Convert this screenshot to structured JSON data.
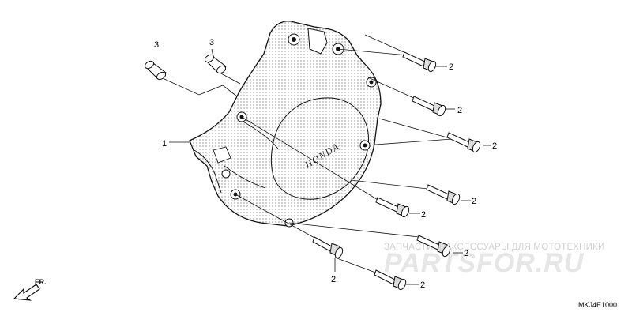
{
  "diagram_code": "MKJ4E1000",
  "front_indicator": "FR.",
  "cover_brand": "HONDA",
  "watermark": {
    "caption": "ЗАПЧАСТИ И АКСЕССУАРЫ ДЛЯ МОТОТЕХНИКИ",
    "logo": "PARTSFOR.RU"
  },
  "callouts": [
    {
      "id": "cover",
      "label": "1"
    },
    {
      "id": "dowel-left",
      "label": "3"
    },
    {
      "id": "dowel-right",
      "label": "3"
    },
    {
      "id": "bolt-a",
      "label": "2"
    },
    {
      "id": "bolt-b",
      "label": "2"
    },
    {
      "id": "bolt-c",
      "label": "2"
    },
    {
      "id": "bolt-d",
      "label": "2"
    },
    {
      "id": "bolt-e",
      "label": "2"
    },
    {
      "id": "bolt-f",
      "label": "2"
    },
    {
      "id": "bolt-g",
      "label": "2"
    },
    {
      "id": "bolt-h",
      "label": "2"
    }
  ]
}
